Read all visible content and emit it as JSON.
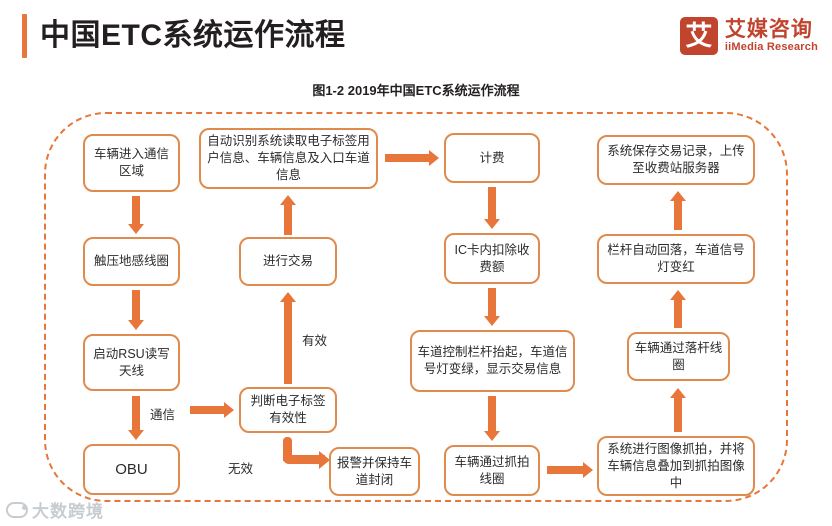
{
  "header": {
    "title": "中国ETC系统运作流程",
    "accent_color": "#E8763A",
    "brand": {
      "mark_glyph": "艾",
      "name_cn": "艾媒咨询",
      "name_en": "iiMedia Research",
      "color": "#C0442E"
    }
  },
  "figure": {
    "caption": "图1-2 2019年中国ETC系统运作流程"
  },
  "chart_data": {
    "type": "diagram",
    "title": "图1-2 2019年中国ETC系统运作流程",
    "node_border_color": "#E08B4E",
    "arrow_color": "#E8763A",
    "frame_style": "dashed rounded rectangle",
    "nodes": [
      {
        "id": "n1",
        "label": "车辆进入通信区域"
      },
      {
        "id": "n2",
        "label": "触压地感线圈"
      },
      {
        "id": "n3",
        "label": "启动RSU读写天线"
      },
      {
        "id": "n4",
        "label": "OBU"
      },
      {
        "id": "n5",
        "label": "判断电子标签有效性"
      },
      {
        "id": "n6",
        "label": "报警并保持车道封闭"
      },
      {
        "id": "n7",
        "label": "进行交易"
      },
      {
        "id": "n8",
        "label": "自动识别系统读取电子标签用户信息、车辆信息及入口车道信息"
      },
      {
        "id": "n9",
        "label": "计费"
      },
      {
        "id": "n10",
        "label": "IC卡内扣除收费额"
      },
      {
        "id": "n11",
        "label": "车道控制栏杆抬起，车道信号灯变绿，显示交易信息"
      },
      {
        "id": "n12",
        "label": "车辆通过抓拍线圈"
      },
      {
        "id": "n13",
        "label": "系统进行图像抓拍，并将车辆信息叠加到抓拍图像中"
      },
      {
        "id": "n14",
        "label": "车辆通过落杆线圈"
      },
      {
        "id": "n15",
        "label": "栏杆自动回落，车道信号灯变红"
      },
      {
        "id": "n16",
        "label": "系统保存交易记录，上传至收费站服务器"
      }
    ],
    "edges": [
      {
        "from": "n1",
        "to": "n2",
        "label": ""
      },
      {
        "from": "n2",
        "to": "n3",
        "label": ""
      },
      {
        "from": "n3",
        "to": "n4",
        "label": "通信"
      },
      {
        "from": "n3",
        "to": "n5",
        "label": ""
      },
      {
        "from": "n5",
        "to": "n7",
        "label": "有效"
      },
      {
        "from": "n5",
        "to": "n6",
        "label": "无效"
      },
      {
        "from": "n7",
        "to": "n8",
        "label": ""
      },
      {
        "from": "n8",
        "to": "n9",
        "label": ""
      },
      {
        "from": "n9",
        "to": "n10",
        "label": ""
      },
      {
        "from": "n10",
        "to": "n11",
        "label": ""
      },
      {
        "from": "n11",
        "to": "n12",
        "label": ""
      },
      {
        "from": "n12",
        "to": "n13",
        "label": ""
      },
      {
        "from": "n13",
        "to": "n14",
        "label": ""
      },
      {
        "from": "n14",
        "to": "n15",
        "label": ""
      },
      {
        "from": "n15",
        "to": "n16",
        "label": ""
      }
    ],
    "edge_labels": {
      "communication": "通信",
      "valid": "有效",
      "invalid": "无效"
    }
  },
  "watermark": {
    "text": "大数跨境"
  }
}
